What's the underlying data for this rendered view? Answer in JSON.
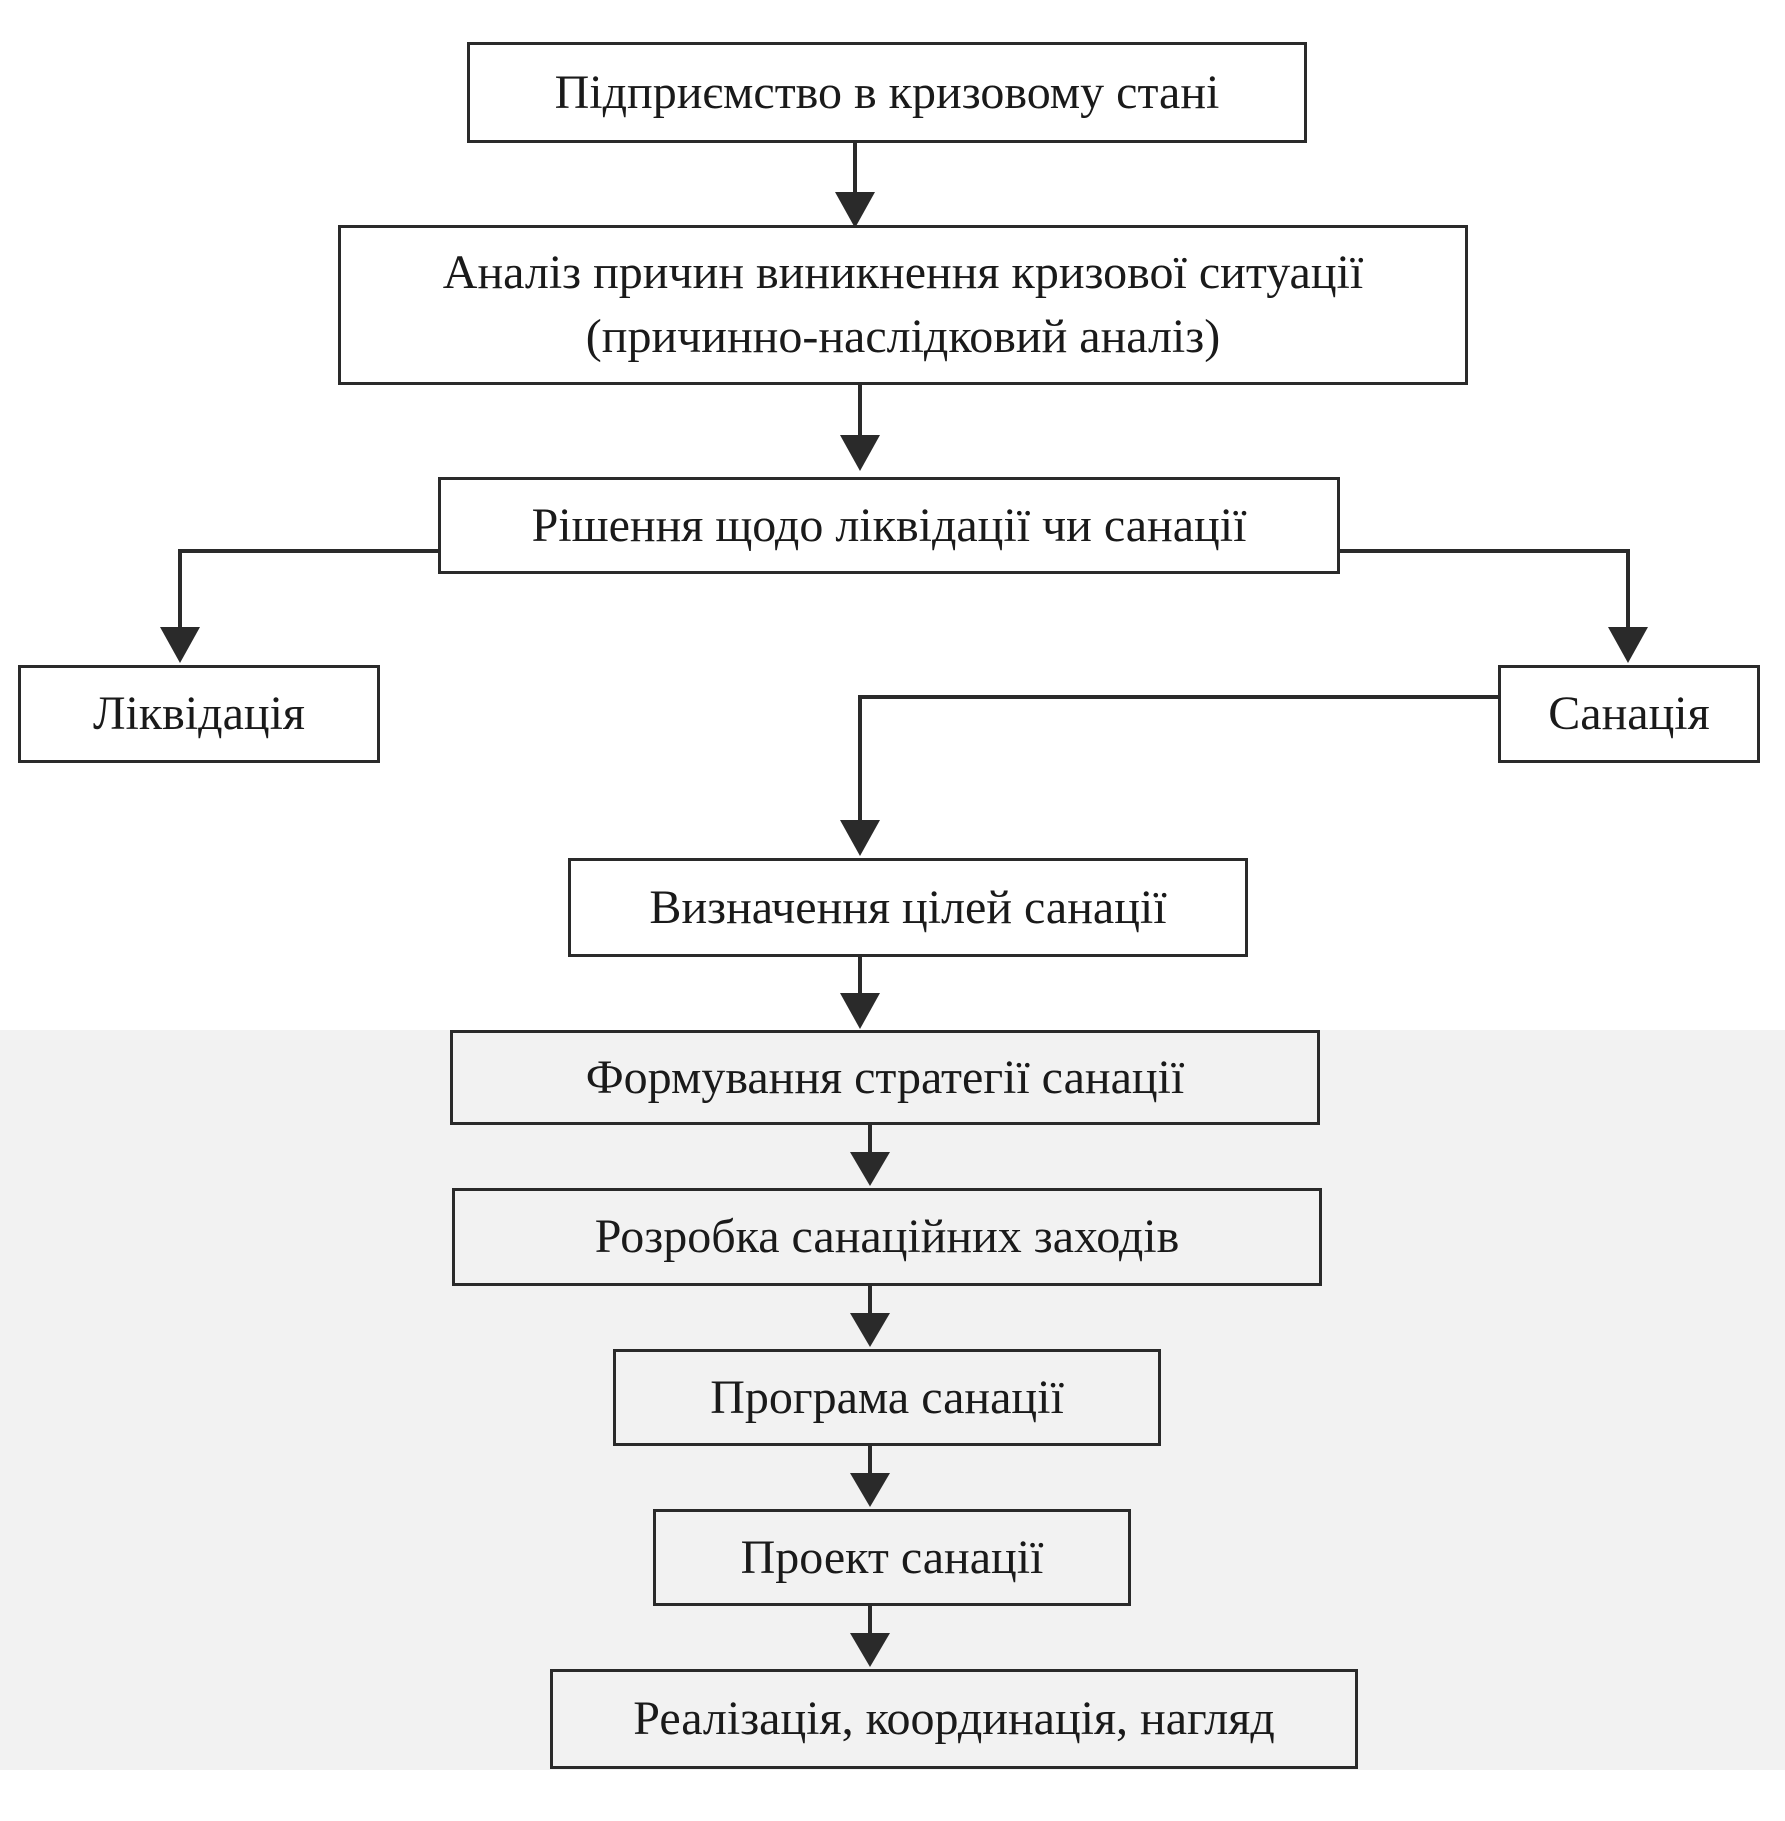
{
  "nodes": [
    {
      "id": "crisis",
      "label": "Підприємство в кризовому стані"
    },
    {
      "id": "analysis",
      "lines": [
        "Аналіз причин виникнення кризової ситуації",
        "(причинно-наслідковий аналіз)"
      ]
    },
    {
      "id": "decision",
      "label": "Рішення щодо ліквідації чи санації"
    },
    {
      "id": "liquidation",
      "label": "Ліквідація"
    },
    {
      "id": "sanation",
      "label": "Санація"
    },
    {
      "id": "goals",
      "label": "Визначення цілей санації"
    },
    {
      "id": "strategy",
      "label": "Формування стратегії санації"
    },
    {
      "id": "measures",
      "label": "Розробка санаційних заходів"
    },
    {
      "id": "program",
      "label": "Програма санації"
    },
    {
      "id": "project",
      "label": "Проект санації"
    },
    {
      "id": "implementation",
      "label": "Реалізація, координація, нагляд"
    }
  ],
  "edges": [
    {
      "from": "crisis",
      "to": "analysis"
    },
    {
      "from": "analysis",
      "to": "decision"
    },
    {
      "from": "decision",
      "to": "liquidation"
    },
    {
      "from": "decision",
      "to": "sanation"
    },
    {
      "from": "sanation",
      "to": "goals"
    },
    {
      "from": "goals",
      "to": "strategy"
    },
    {
      "from": "strategy",
      "to": "measures"
    },
    {
      "from": "measures",
      "to": "program"
    },
    {
      "from": "program",
      "to": "project"
    },
    {
      "from": "project",
      "to": "implementation"
    }
  ]
}
